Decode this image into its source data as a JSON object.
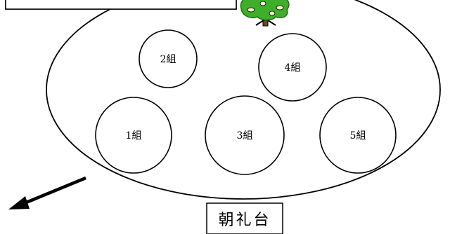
{
  "groups": [
    {
      "label": "2組"
    },
    {
      "label": "4組"
    },
    {
      "label": "1組"
    },
    {
      "label": "3組"
    },
    {
      "label": "5組"
    }
  ],
  "podium": {
    "label": "朝礼台"
  },
  "colors": {
    "stroke": "#000000",
    "tree_canopy": "#3fae2a",
    "tree_canopy_dark": "#1f6e12",
    "tree_trunk": "#6b4a1c",
    "tree_fruit": "#f2f2c8"
  },
  "icons": {
    "tree": "tree-icon",
    "arrow": "arrow-icon"
  }
}
